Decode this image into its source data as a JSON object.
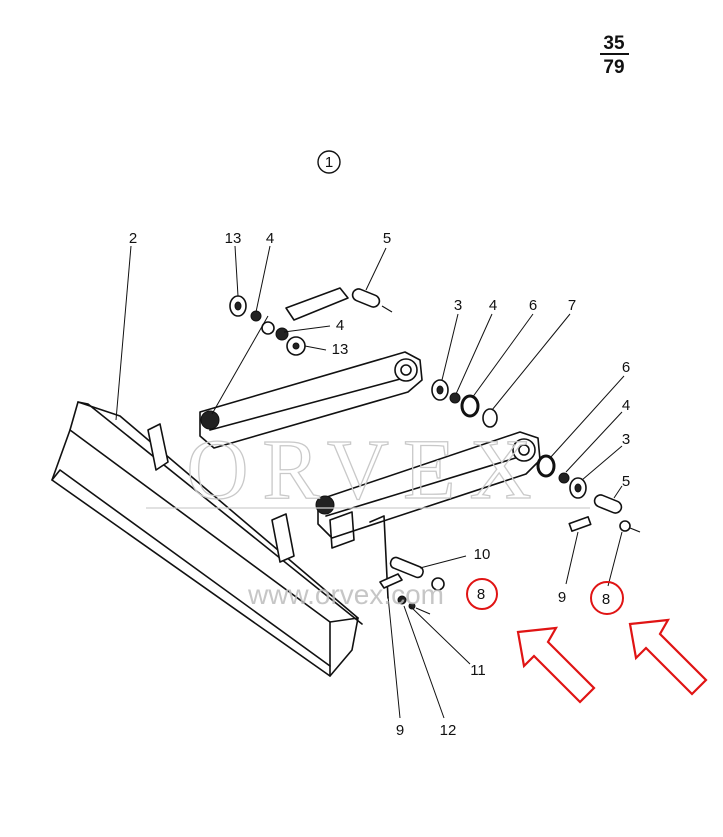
{
  "page_number": {
    "top": "35",
    "bottom": "79"
  },
  "figure_number": "1",
  "watermark": {
    "brand": "ORVEX",
    "url": "www.orvex.com"
  },
  "part_labels": {
    "p2": "2",
    "p13a": "13",
    "p4a": "4",
    "p5a": "5",
    "p4b": "4",
    "p13b": "13",
    "p3a": "3",
    "p4c": "4",
    "p6a": "6",
    "p7": "7",
    "p6b": "6",
    "p4d": "4",
    "p3b": "3",
    "p5b": "5",
    "p10": "10",
    "p8a": "8",
    "p9a": "9",
    "p8b": "8",
    "p11": "11",
    "p9b": "9",
    "p12": "12"
  },
  "highlight_color": "#e01414"
}
